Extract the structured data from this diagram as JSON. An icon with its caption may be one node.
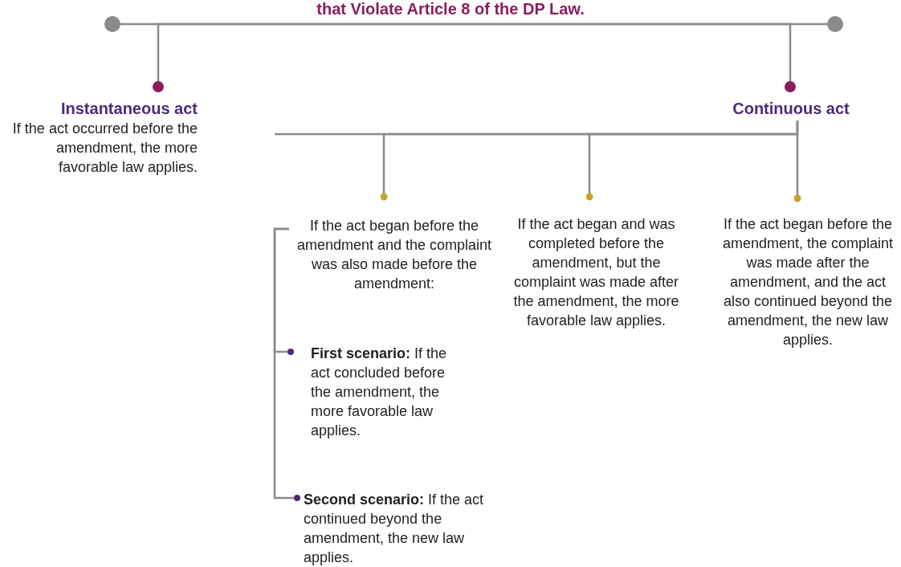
{
  "diagram": {
    "title": "that Violate Article 8 of the DP Law.",
    "nodes": [
      {
        "text": [
          "Instantaneous act",
          "If the act occurred before the amendment, the more favorable law applies."
        ]
      },
      {
        "text": [
          "Continuous act"
        ]
      },
      {
        "text": [
          "If the act began before the amendment and the complaint was also made before the amendment:"
        ]
      },
      {
        "text": [
          "**First scenario:** If the act concluded before the amendment, the more favorable law applies."
        ]
      },
      {
        "text": [
          "**Second scenario:** If the act continued beyond the amendment, the new law applies."
        ]
      },
      {
        "text": [
          "If the act began and was completed before the amendment, but the complaint was made after the amendment, the more favorable law applies."
        ]
      },
      {
        "text": [
          "If the act began before the amendment, the complaint was made after the amendment, and the act also continued beyond the amendment, the new law applies."
        ]
      }
    ],
    "edges": [
      {
        "from": 0,
        "to": 1,
        "arrow": "other"
      },
      {
        "from": 1,
        "to": 2,
        "arrow": "other"
      },
      {
        "from": 1,
        "to": 5,
        "arrow": "other"
      },
      {
        "from": 1,
        "to": 6,
        "arrow": "other"
      },
      {
        "from": 2,
        "to": 3,
        "arrow": "other"
      },
      {
        "from": 2,
        "to": 4,
        "arrow": "other"
      }
    ]
  }
}
